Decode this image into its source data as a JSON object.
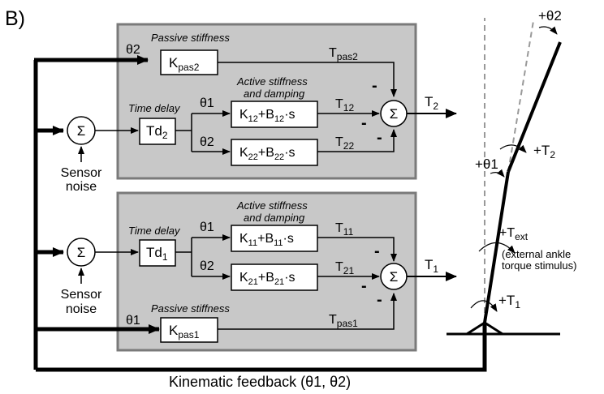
{
  "panel_label": "B)",
  "upper": {
    "passive_label": "Passive stiffness",
    "passive_input": "θ2",
    "passive_block": {
      "main": "K",
      "sub": "pas2"
    },
    "passive_out": {
      "main": "T",
      "sub": "pas2"
    },
    "active_label_1": "Active stiffness",
    "active_label_2": "and damping",
    "delay_label": "Time delay",
    "delay_block": {
      "main": "Td",
      "sub": "2"
    },
    "branch_a": "θ1",
    "branch_b": "θ2",
    "block_a": {
      "k": "K",
      "ksub": "12",
      "plus": "+B",
      "bsub": "12",
      "tail": "·s"
    },
    "block_b": {
      "k": "K",
      "ksub": "22",
      "plus": "+B",
      "bsub": "22",
      "tail": "·s"
    },
    "out_a": {
      "main": "T",
      "sub": "12"
    },
    "out_b": {
      "main": "T",
      "sub": "22"
    },
    "sum_out": {
      "main": "T",
      "sub": "2"
    }
  },
  "lower": {
    "active_label_1": "Active stiffness",
    "active_label_2": "and damping",
    "delay_label": "Time delay",
    "delay_block": {
      "main": "Td",
      "sub": "1"
    },
    "branch_a": "θ1",
    "branch_b": "θ2",
    "block_a": {
      "k": "K",
      "ksub": "11",
      "plus": "+B",
      "bsub": "11",
      "tail": "·s"
    },
    "block_b": {
      "k": "K",
      "ksub": "21",
      "plus": "+B",
      "bsub": "21",
      "tail": "·s"
    },
    "out_a": {
      "main": "T",
      "sub": "11"
    },
    "out_b": {
      "main": "T",
      "sub": "21"
    },
    "passive_label": "Passive stiffness",
    "passive_input": "θ1",
    "passive_block": {
      "main": "K",
      "sub": "pas1"
    },
    "passive_out": {
      "main": "T",
      "sub": "pas1"
    },
    "sum_out": {
      "main": "T",
      "sub": "1"
    }
  },
  "sum_symbol": "Σ",
  "minus_sign": "-",
  "sensor_noise_1": "Sensor",
  "sensor_noise_2": "noise",
  "feedback_label": "Kinematic feedback (θ1, θ2)",
  "body": {
    "theta2_label": "+θ2",
    "theta1_label": "+θ1",
    "t2_label": {
      "main": "+T",
      "sub": "2"
    },
    "t1_label": {
      "main": "+T",
      "sub": "1"
    },
    "text_label": {
      "main": "+T",
      "sub": "ext"
    },
    "stimulus_1": "(external ankle",
    "stimulus_2": "torque stimulus)"
  },
  "colors": {
    "panel_fill": "#c8c8c8",
    "panel_border": "#7a7a7a",
    "line": "#000000",
    "dashed": "#999999"
  }
}
